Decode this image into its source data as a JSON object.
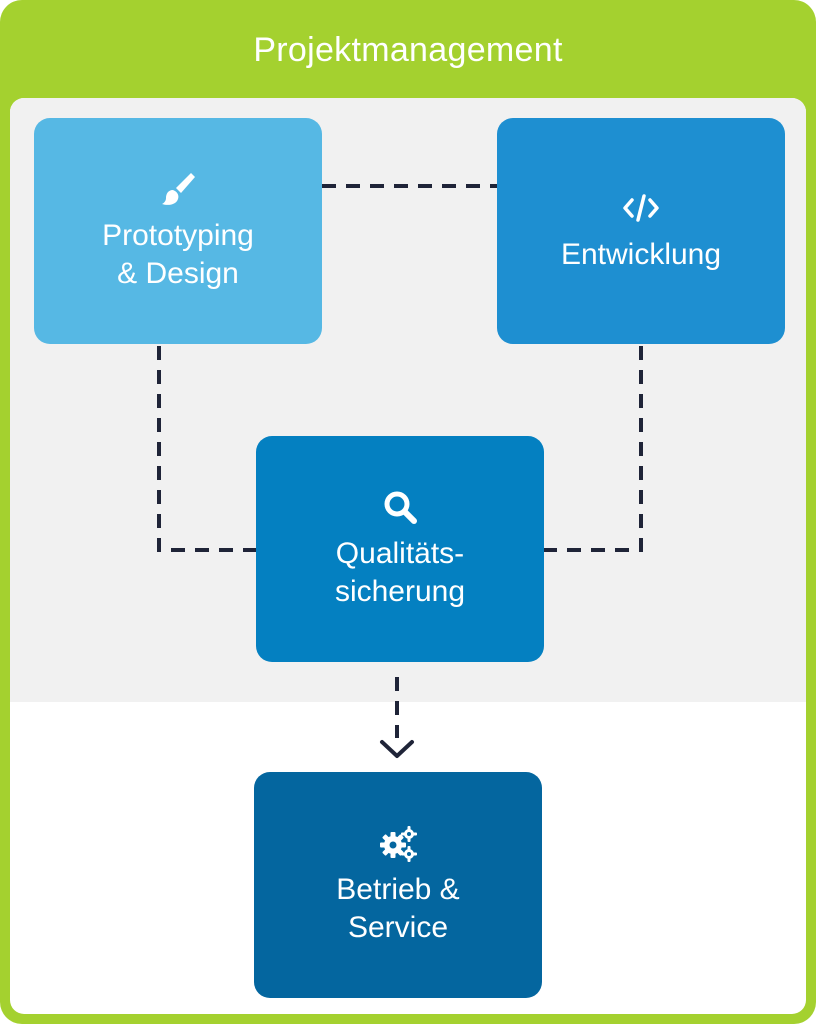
{
  "header": {
    "title": "Projektmanagement"
  },
  "nodes": {
    "design": {
      "label": "Prototyping\n& Design",
      "icon": "paintbrush-icon"
    },
    "dev": {
      "label": "Entwicklung",
      "icon": "code-icon"
    },
    "qa": {
      "label": "Qualitäts-\nsicherung",
      "icon": "magnifier-icon"
    },
    "ops": {
      "label": "Betrieb &\nService",
      "icon": "gears-icon"
    }
  },
  "colors": {
    "frame": "#a4d12f",
    "design": "#56b8e4",
    "dev": "#1e8fd1",
    "qa": "#0480c1",
    "ops": "#04669f",
    "connector": "#1f2438"
  }
}
